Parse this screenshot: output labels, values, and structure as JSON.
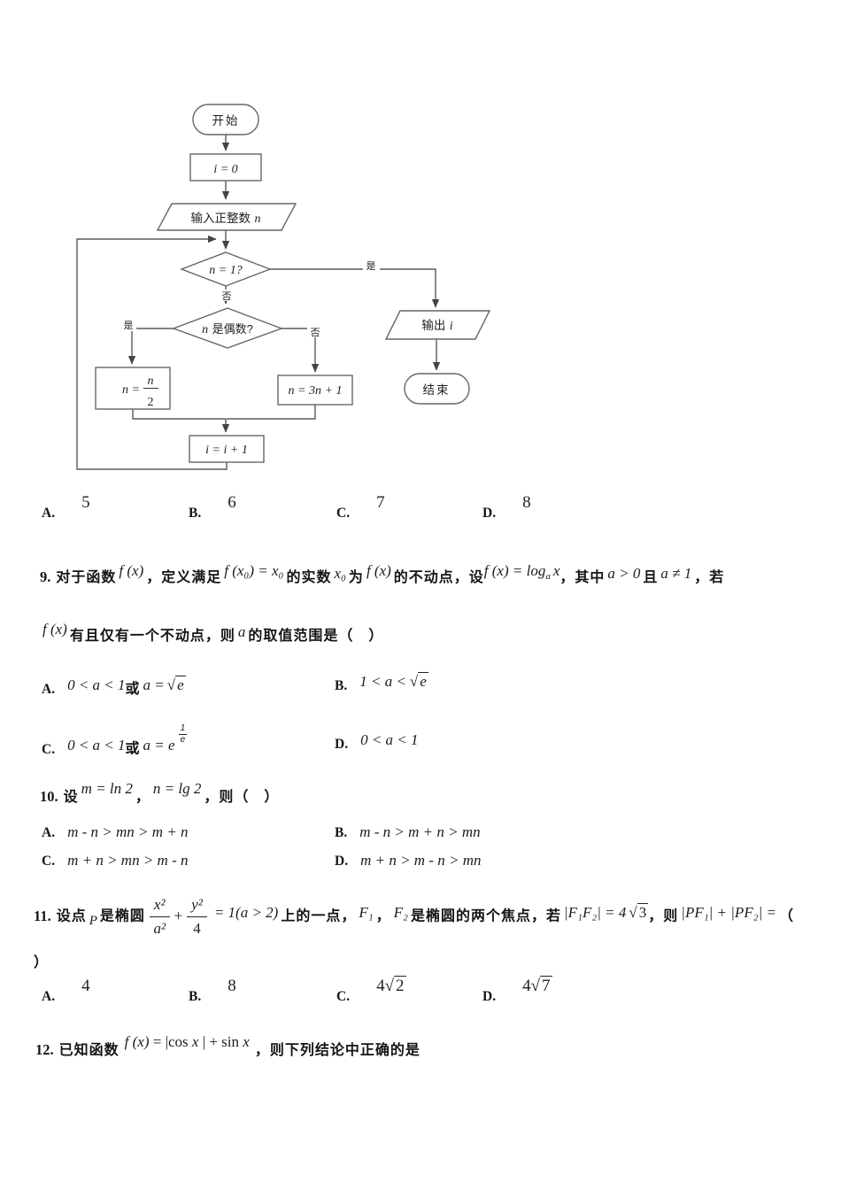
{
  "symbols": {
    "radical": "√"
  },
  "flowchart": {
    "start": "开始",
    "init": "i = 0",
    "input_prefix": "输入正整数",
    "input_var": "n",
    "cond1": "n = 1?",
    "cond2_var": "n",
    "cond2_text": "是偶数?",
    "yes": "是",
    "no": "否",
    "half_lhs": "n =",
    "half_num": "n",
    "half_den": "2",
    "triple": "n = 3n + 1",
    "increment": "i = i + 1",
    "output_prefix": "输出",
    "output_var": "i",
    "end": "结束"
  },
  "q8": {
    "options": [
      {
        "label": "A.",
        "value": "5"
      },
      {
        "label": "B.",
        "value": "6"
      },
      {
        "label": "C.",
        "value": "7"
      },
      {
        "label": "D.",
        "value": "8"
      }
    ]
  },
  "q9": {
    "number": "9.",
    "seg1": "对于函数",
    "fx1": "f (x)",
    "seg2": "，定义满足",
    "m_fixed": "f (x₀) = x₀",
    "seg3": "的实数",
    "m_x0": "x₀",
    "seg4": "为",
    "fx2": "f (x)",
    "seg5": "的不动点，设",
    "m_log_f": "f (x) = log",
    "m_log_base": "a",
    "m_log_arg": "x",
    "seg6": "，其中",
    "m_a_range": "a > 0",
    "seg7": "且",
    "m_a_ne": "a ≠ 1",
    "seg8": "，若",
    "line2_fx": "f (x)",
    "line2_seg1": "有且仅有一个不动点，则",
    "line2_var": "a",
    "line2_seg2": "的取值范围是（　）",
    "optA": {
      "label": "A.",
      "m1": "0 < a < 1",
      "or": "或",
      "m2": "a =",
      "sqrt": "e"
    },
    "optB": {
      "label": "B.",
      "m1": "1 < a <",
      "sqrt": "e"
    },
    "optC": {
      "label": "C.",
      "m1": "0 < a < 1",
      "or": "或",
      "m2": "a = e",
      "sup_num": "1",
      "sup_den": "e"
    },
    "optD": {
      "label": "D.",
      "m1": "0 < a < 1"
    }
  },
  "q10": {
    "number": "10.",
    "seg1": "设",
    "m1": "m = ln 2",
    "comma": "，",
    "m2": "n = lg 2",
    "seg2": "，则（　）",
    "optA": {
      "label": "A.",
      "text": "m - n > mn > m + n"
    },
    "optB": {
      "label": "B.",
      "text": "m - n > m + n > mn"
    },
    "optC": {
      "label": "C.",
      "text": "m + n > mn > m - n"
    },
    "optD": {
      "label": "D.",
      "text": "m + n > m - n > mn"
    }
  },
  "q11": {
    "number": "11.",
    "seg1": "设点",
    "point": "P",
    "seg2": "是椭圆",
    "frac1_num": "x²",
    "frac1_den": "a²",
    "plus": "+",
    "frac2_num": "y²",
    "frac2_den": "4",
    "ellipse_eq": "= 1(a > 2)",
    "seg3": "上的一点，",
    "f1": "F₁",
    "comma": "，",
    "f2": "F₂",
    "seg4": "是椭圆的两个焦点，若",
    "m_dist": "|F₁F₂| = 4",
    "m_dist_sqrt": "3",
    "seg5": "，则",
    "m_sum": "|PF₁| + |PF₂| =",
    "paren_open": "（",
    "paren_close": "）",
    "optA": {
      "label": "A.",
      "value": "4"
    },
    "optB": {
      "label": "B.",
      "value": "8"
    },
    "optC": {
      "label": "C.",
      "coef": "4",
      "sqrt": "2"
    },
    "optD": {
      "label": "D.",
      "coef": "4",
      "sqrt": "7"
    }
  },
  "q12": {
    "number": "12.",
    "seg1": "已知函数",
    "f1": "f (x)",
    "f2": " = |cos ",
    "f3": "x",
    "f4": " | + sin ",
    "f5": "x",
    "seg2": "，则下列结论中正确的是"
  }
}
